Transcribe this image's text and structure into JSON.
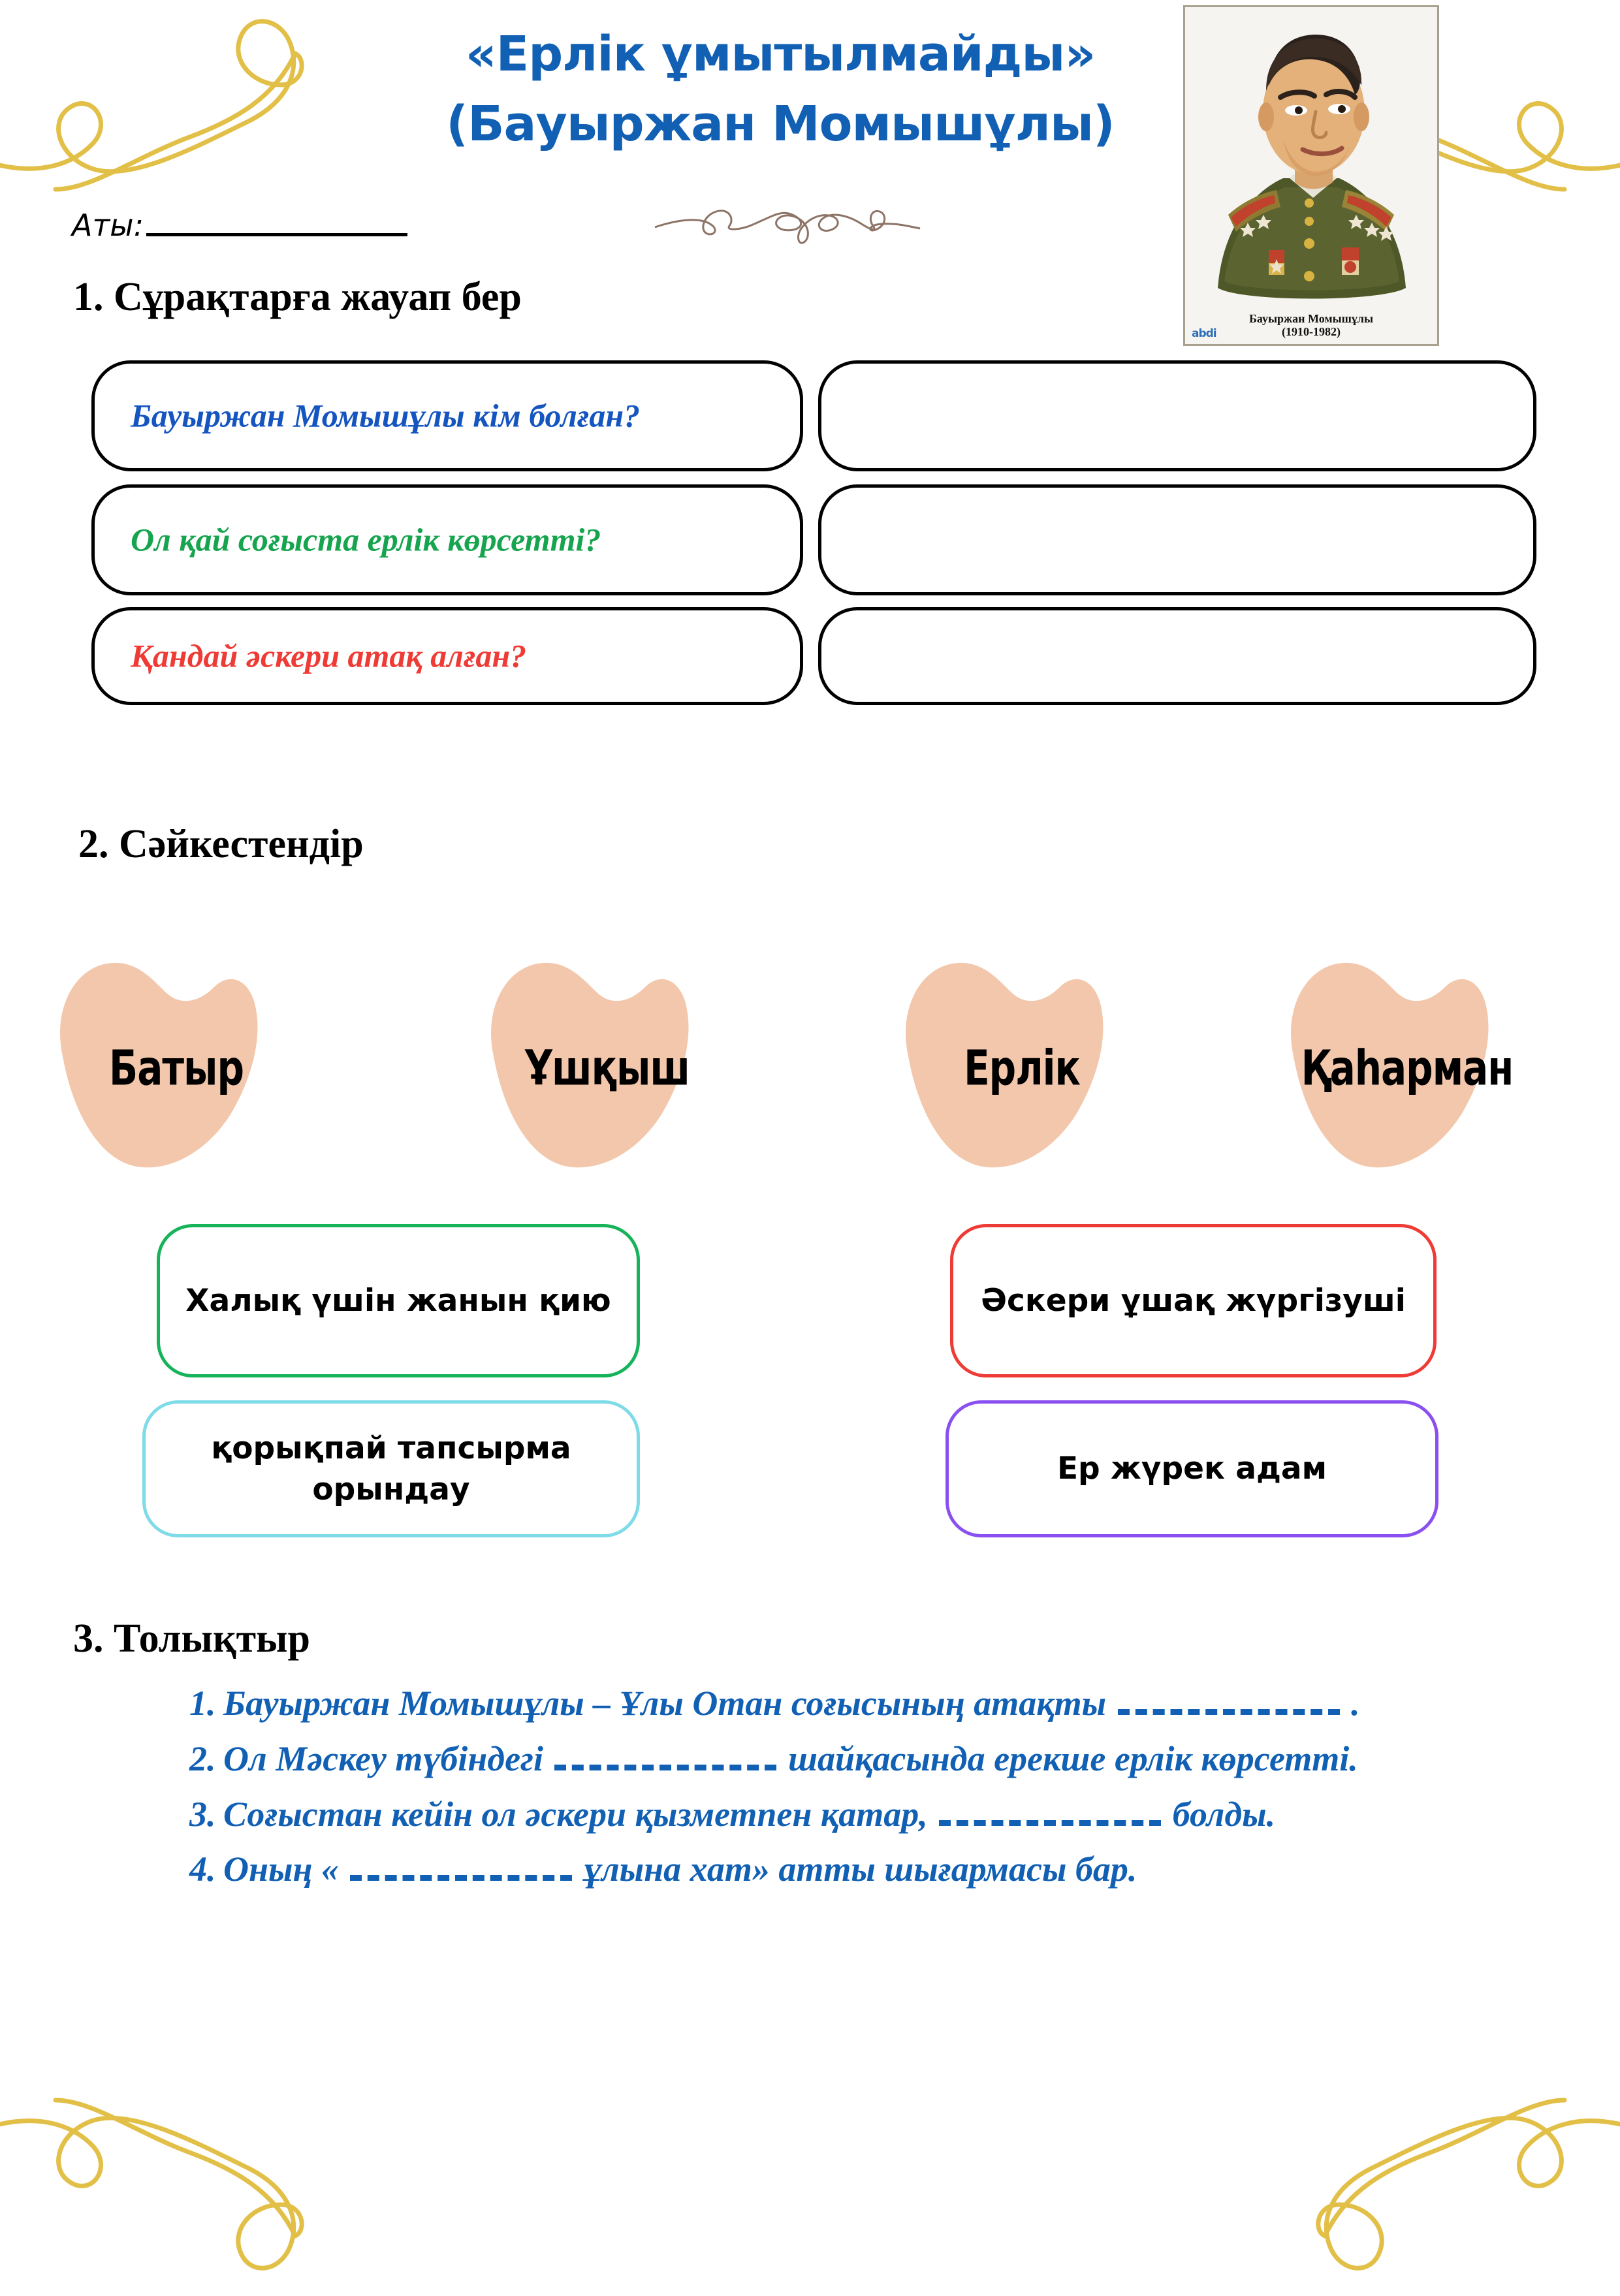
{
  "document": {
    "title_line1": "«Ерлік ұмытылмайды»",
    "title_line2": "(Бауыржан Момышұлы)",
    "title_color": "#1160b4"
  },
  "portrait": {
    "caption_name": "Бауыржан Момышұлы",
    "caption_years": "(1910-1982)",
    "watermark": "abdi"
  },
  "name_field": {
    "label": "Аты:",
    "value": "",
    "placeholder": ""
  },
  "section1": {
    "heading": "1. Сұрақтарға жауап бер",
    "questions": [
      {
        "text": "Бауыржан Момышұлы кім болған?",
        "color": "#1555c0",
        "answer": ""
      },
      {
        "text": "Ол қай соғыста ерлік көрсетті?",
        "color": "#16a44f",
        "answer": ""
      },
      {
        "text": "Қандай әскери атақ алған?",
        "color": "#ef3b35",
        "answer": ""
      }
    ]
  },
  "section2": {
    "heading": "2. Сәйкестендір",
    "blob_color": "#f3c7ab",
    "words": [
      {
        "label": "Батыр"
      },
      {
        "label": "Ұшқыш"
      },
      {
        "label": "Ерлік"
      },
      {
        "label": "Қаһарман"
      }
    ],
    "definitions": [
      {
        "text": "Халық үшін жанын қию",
        "border": "#16b35a"
      },
      {
        "text": "қорықпай тапсырма орындау",
        "border": "#7fdbe8"
      },
      {
        "text": "Әскери ұшақ жүргізуші",
        "border": "#ef3b35"
      },
      {
        "text": "Ер жүрек адам",
        "border": "#8a4ff0"
      }
    ]
  },
  "section3": {
    "heading": "3. Толықтыр",
    "text_color": "#1160b4",
    "items": [
      {
        "number": "1.",
        "before": "Бауыржан Момышұлы – Ұлы Отан соғысының атақты",
        "after": "."
      },
      {
        "number": "2.",
        "before": "Ол Мәскеу түбіндегі",
        "after": "шайқасында ерекше ерлік көрсетті."
      },
      {
        "number": "3.",
        "before": "Соғыстан кейін ол әскери қызметпен қатар,",
        "after": "болды."
      },
      {
        "number": "4.",
        "before": "Оның «",
        "after": "ұлына хат» атты шығармасы бар."
      }
    ]
  }
}
